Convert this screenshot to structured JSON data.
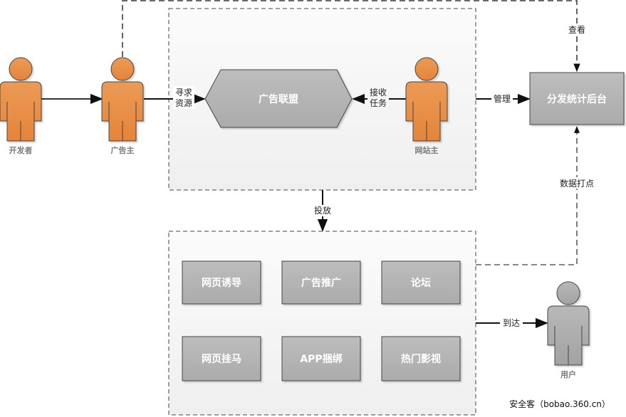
{
  "diagram": {
    "actors": {
      "developer": {
        "label": "开发者",
        "color": "orange"
      },
      "advertiser": {
        "label": "广告主",
        "color": "orange"
      },
      "webmaster": {
        "label": "网站主",
        "color": "orange"
      },
      "user": {
        "label": "用户",
        "color": "gray"
      }
    },
    "nodes": {
      "ad_alliance": {
        "label": "广告联盟",
        "shape": "hexagon"
      },
      "stats_backend": {
        "label": "分发统计后台",
        "shape": "rectangle"
      }
    },
    "channels": [
      {
        "label": "网页诱导"
      },
      {
        "label": "广告推广"
      },
      {
        "label": "论坛"
      },
      {
        "label": "网页挂马"
      },
      {
        "label": "APP捆绑"
      },
      {
        "label": "热门影视"
      }
    ],
    "edges": {
      "seek_resources": {
        "line1": "寻求",
        "line2": "资源"
      },
      "receive_task": {
        "line1": "接收",
        "line2": "任务"
      },
      "manage": {
        "label": "管理"
      },
      "view": {
        "label": "查看"
      },
      "deliver": {
        "label": "投放"
      },
      "data_tracking": {
        "label": "数据打点"
      },
      "reach": {
        "label": "到达"
      }
    },
    "watermark": "安全客（bobao.360.cn）",
    "colors": {
      "actor_orange": "#e8883a",
      "actor_gray": "#a8a8a8",
      "node_fill": "#b3b3b3",
      "container_bg": "#f3f3f3",
      "line": "#111111"
    }
  }
}
